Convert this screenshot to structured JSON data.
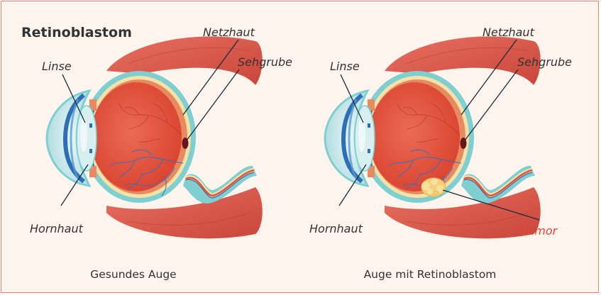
{
  "title": "Retinoblastom",
  "labels": {
    "linse": "Linse",
    "netzhaut": "Netzhaut",
    "sehgrube": "Sehgrube",
    "hornhaut": "Hornhaut",
    "tumor": "Tumor"
  },
  "captions": {
    "healthy": "Gesundes Auge",
    "diseased": "Auge mit Retinoblastom"
  },
  "colors": {
    "accent": "#e8806a",
    "background": "#fdf4ee",
    "muscle": "#d8584a",
    "sclera": "#f6e2a8",
    "choroid": "#7fcfd0",
    "retina_interior": "#e2533f",
    "cornea": "#c5e8ea",
    "iris": "#2c6fb6",
    "vessels": "#3a6fb8",
    "tumor": "#f3d077",
    "tumor_label": "#e4473a"
  }
}
